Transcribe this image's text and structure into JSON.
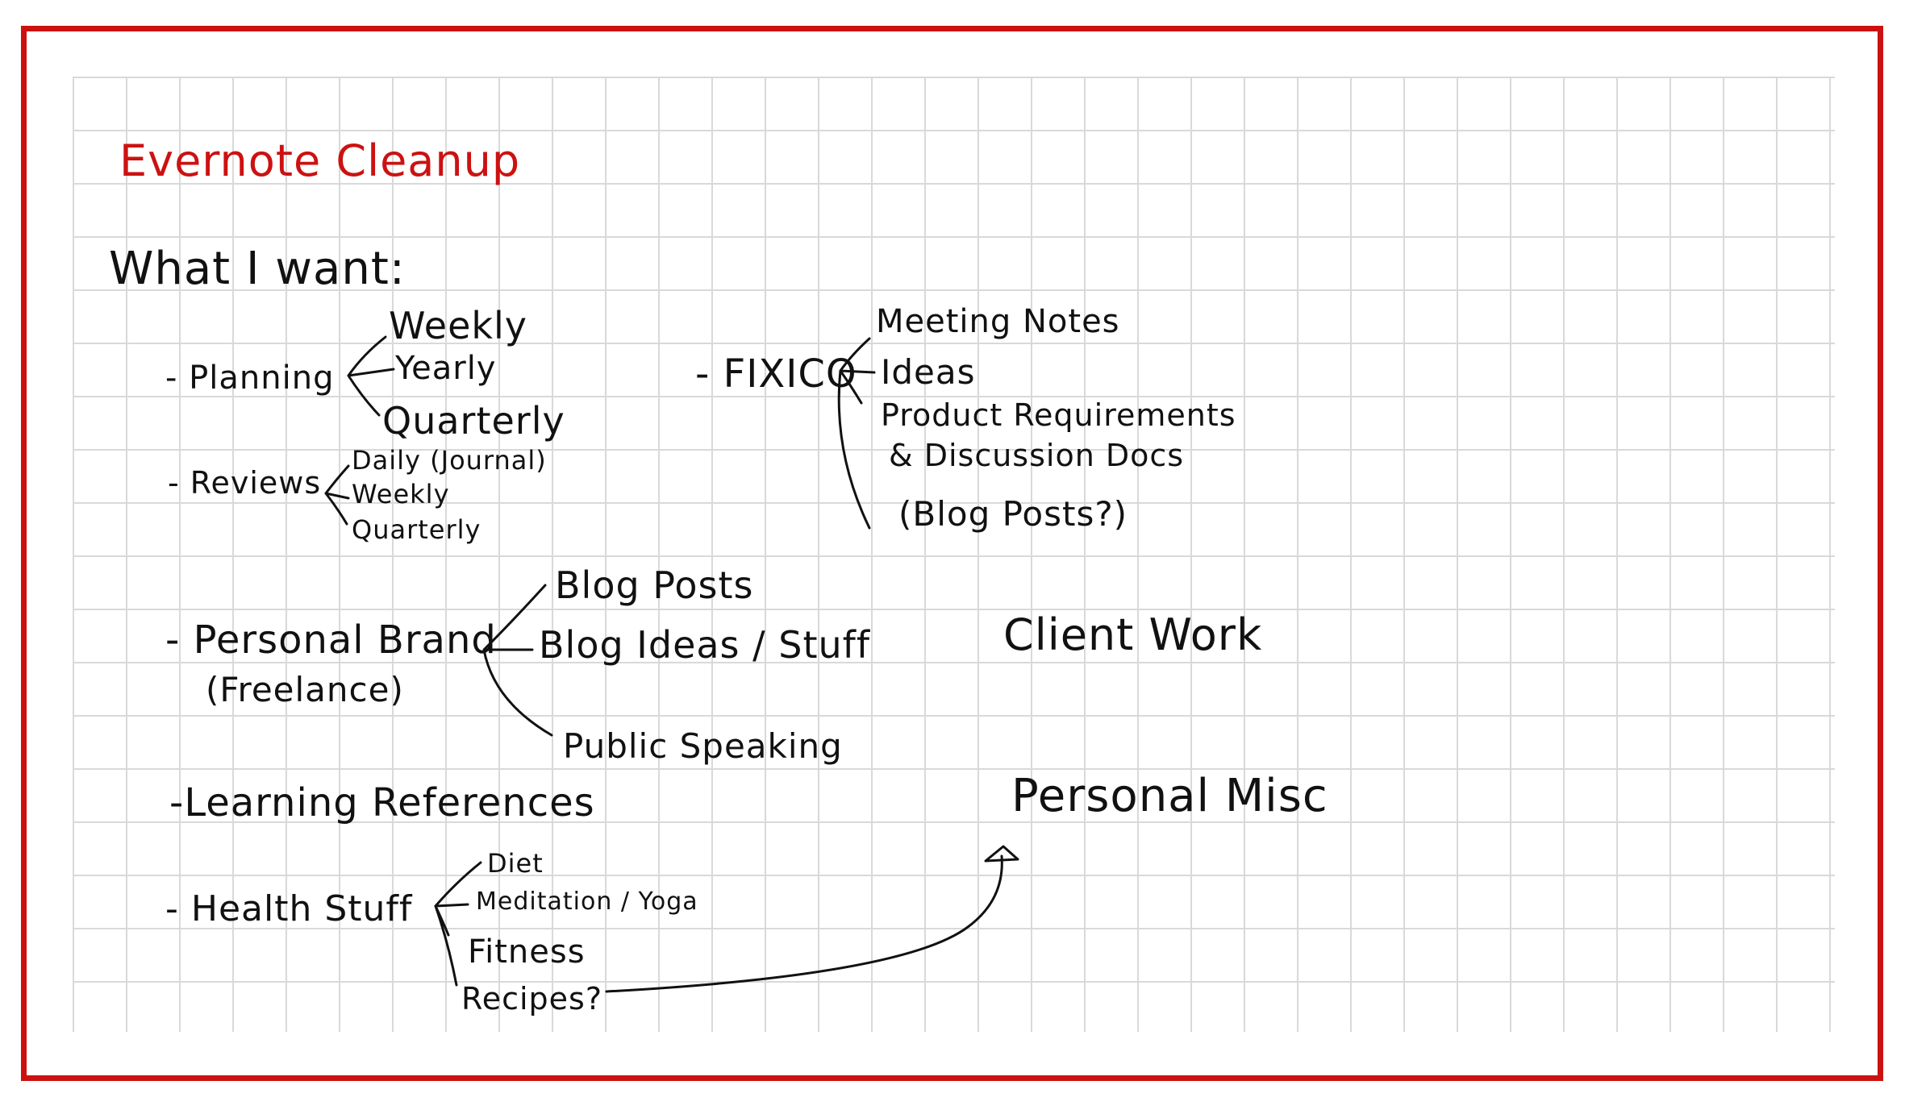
{
  "title": "Evernote Cleanup",
  "intro": "What I want:",
  "colors": {
    "frame": "#cc1111",
    "title": "#cc1111",
    "ink": "#111111",
    "grid": "#d9d9d9"
  },
  "groups": {
    "planning": {
      "label": "- Planning",
      "children": [
        "Weekly",
        "Yearly",
        "Quarterly"
      ]
    },
    "reviews": {
      "label": "- Reviews",
      "children": [
        "Daily (Journal)",
        "Weekly",
        "Quarterly"
      ]
    },
    "fixico": {
      "label": "- FIXICO",
      "children": [
        "Meeting Notes",
        "Ideas",
        "Product Requirements",
        "& Discussion Docs",
        "(Blog Posts?)"
      ]
    },
    "personal_brand": {
      "label": "- Personal Brand",
      "sublabel": "(Freelance)",
      "children": [
        "Blog Posts",
        "Blog Ideas / Stuff",
        "Public Speaking"
      ]
    },
    "learning": {
      "label": "-Learning References"
    },
    "health": {
      "label": "- Health Stuff",
      "children": [
        "Diet",
        "Meditation / Yoga",
        "Fitness",
        "Recipes?"
      ]
    },
    "client_work": {
      "label": "Client Work"
    },
    "personal_misc": {
      "label": "Personal Misc"
    }
  }
}
